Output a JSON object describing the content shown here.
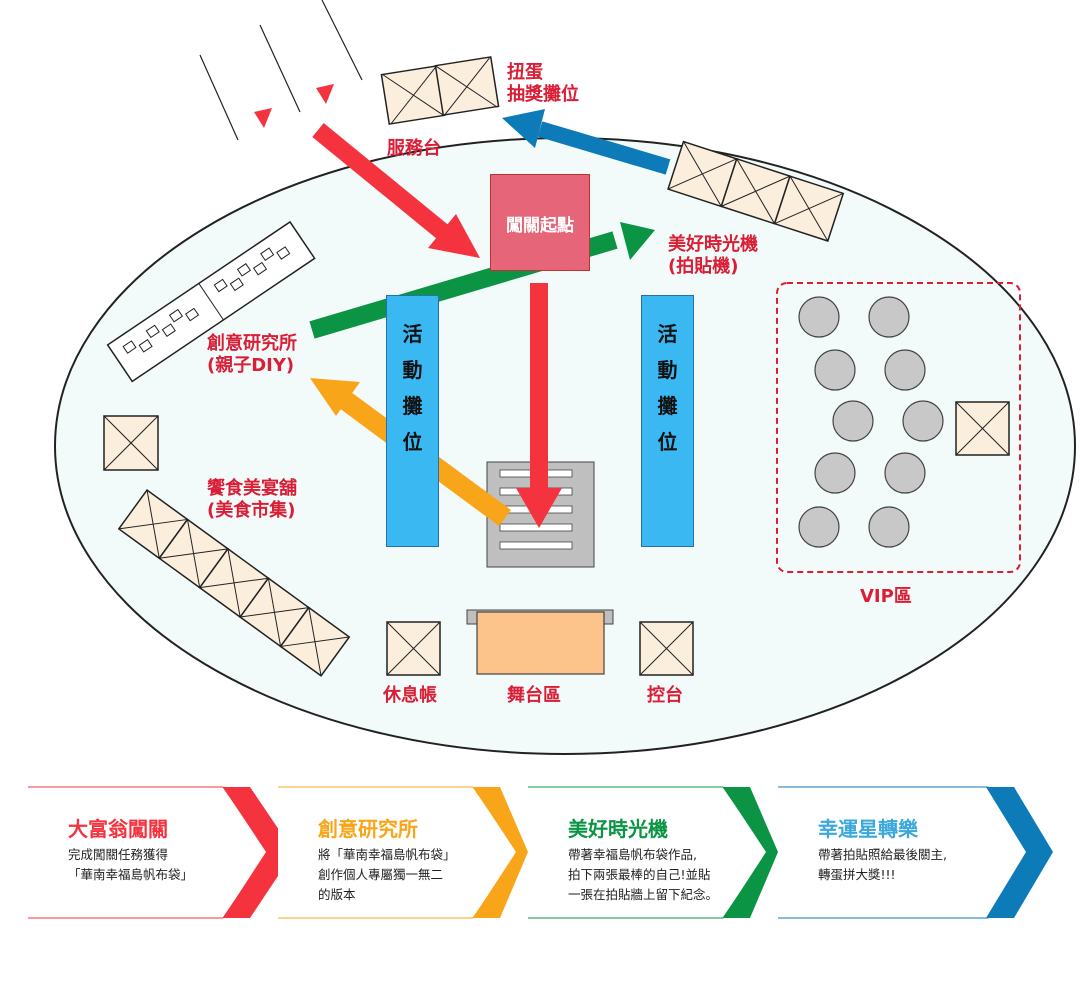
{
  "map": {
    "service_desk_label": "服務台",
    "gacha_label": [
      "扭蛋",
      "抽獎攤位"
    ],
    "start_label": "闖關起點",
    "photo_booth_label": [
      "美好時光機",
      "(拍貼機)"
    ],
    "creative_label": [
      "創意研究所",
      "(親子DIY)"
    ],
    "food_label": [
      "饗食美宴舖",
      "(美食市集)"
    ],
    "activity_booth_left": [
      "活",
      "動",
      "攤",
      "位"
    ],
    "activity_booth_right": [
      "活",
      "動",
      "攤",
      "位"
    ],
    "vip_label": "VIP區",
    "rest_tent_label": "休息帳",
    "stage_label": "舞台區",
    "control_label": "控台"
  },
  "colors": {
    "red": "#f5333f",
    "orange": "#f9a51a",
    "green": "#0a9444",
    "blue": "#0c7bb8",
    "label_red": "#d91e36"
  },
  "steps": [
    {
      "title": "大富翁闖關",
      "desc": "完成闖關任務獲得\n「華南幸福島帆布袋」",
      "color": "#f5333f"
    },
    {
      "title": "創意研究所",
      "desc": "將「華南幸福島帆布袋」\n創作個人專屬獨一無二\n的版本",
      "color": "#f9a51a"
    },
    {
      "title": "美好時光機",
      "desc": "帶著幸福島帆布袋作品,\n拍下兩張最棒的自己!並貼\n一張在拍貼牆上留下紀念。",
      "color": "#0a9444"
    },
    {
      "title": "幸運星轉樂",
      "desc": "帶著拍貼照給最後關主,\n轉蛋拼大獎!!!",
      "color": "#0c7bb8"
    }
  ]
}
